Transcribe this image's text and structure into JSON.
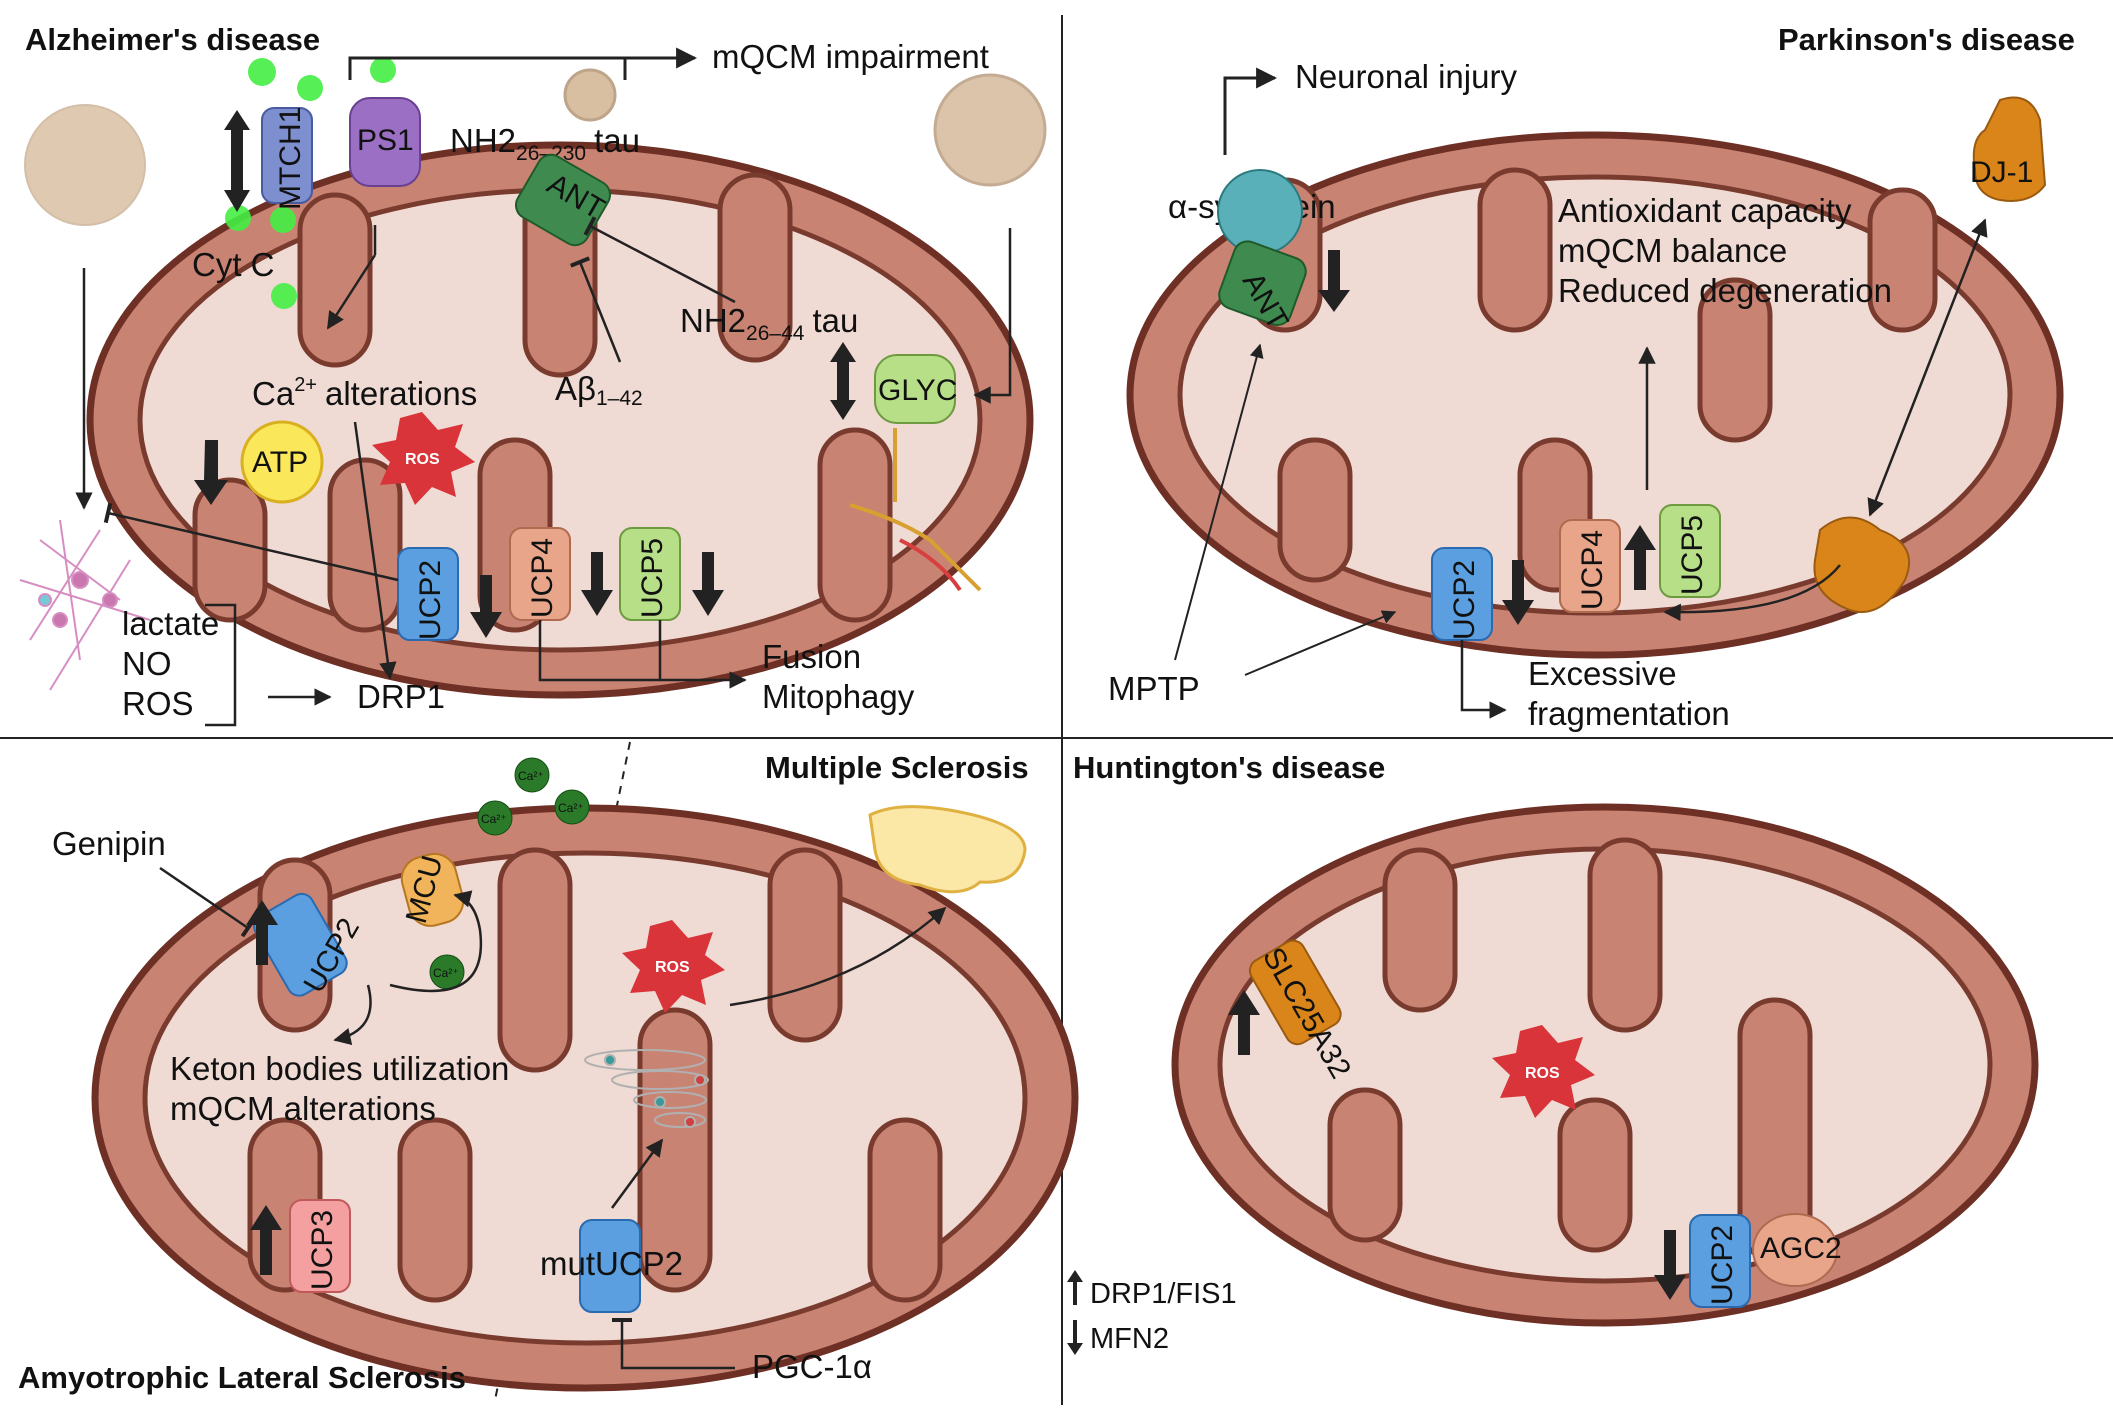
{
  "quadrants": {
    "alzheimers": {
      "title": "Alzheimer's disease",
      "labels": {
        "mqcm": "mQCM impairment",
        "tau_long_main": "NH2",
        "tau_long_sub": "26–230",
        "tau_long_suffix": "tau",
        "cytc": "Cyt C",
        "tau_short_main": "NH2",
        "tau_short_sub": "26–44",
        "tau_short_suffix": "tau",
        "ca_main": "Ca",
        "ca_sup": "2+",
        "ca_suffix": "alterations",
        "abeta_main": "Aβ",
        "abeta_sub": "1–42",
        "lactate": "lactate",
        "no": "NO",
        "ros_list": "ROS",
        "drp1": "DRP1",
        "fusion": "Fusion",
        "mitophagy": "Mitophagy"
      },
      "proteins": {
        "mtch1": "MTCH1",
        "ps1": "PS1",
        "ant": "ANT",
        "glyc": "GLYC",
        "atp": "ATP",
        "ros": "ROS",
        "ucp2": "UCP2",
        "ucp4": "UCP4",
        "ucp5": "UCP5"
      }
    },
    "parkinsons": {
      "title": "Parkinson's disease",
      "labels": {
        "neuronal_injury": "Neuronal injury",
        "synuclein": "α-synuclein",
        "antioxidant": "Antioxidant capacity",
        "mqcm_balance": "mQCM balance",
        "reduced": "Reduced degeneration",
        "mptp": "MPTP",
        "excessive": "Excessive",
        "fragmentation": "fragmentation"
      },
      "proteins": {
        "dj1": "DJ-1",
        "ant": "ANT",
        "ucp2": "UCP2",
        "ucp4": "UCP4",
        "ucp5": "UCP5"
      }
    },
    "ms_als": {
      "title_ms": "Multiple Sclerosis",
      "title_als": "Amyotrophic Lateral Sclerosis",
      "labels": {
        "genipin": "Genipin",
        "keton": "Keton bodies utilization",
        "mqcm_alt": "mQCM alterations",
        "mutucp2": "mutUCP2",
        "pgc": "PGC-1α"
      },
      "proteins": {
        "ucp2": "UCP2",
        "mcu": "MCU",
        "ros": "ROS",
        "ucp3": "UCP3",
        "ca_ion": "Ca²⁺"
      }
    },
    "huntingtons": {
      "title": "Huntington's disease",
      "labels": {
        "drp1_fis1": "DRP1/FIS1",
        "mfn2": "MFN2"
      },
      "proteins": {
        "slc": "SLC25A32",
        "ros": "ROS",
        "ucp2": "UCP2",
        "agc2": "AGC2"
      }
    }
  },
  "colors": {
    "outer_membrane": "#c98373",
    "outer_membrane_edge": "#6e2f25",
    "matrix": "#f0dad4",
    "ucp2": "#5b9fe0",
    "ucp4": "#e8a58a",
    "ucp5": "#b7df88",
    "ucp3": "#f4a0a0",
    "ant": "#3f8a4f",
    "ros": "#d8343a",
    "cytc": "#44ee44",
    "dj1": "#d9851a",
    "mcu": "#f2b45a",
    "ps1": "#9b6fc4",
    "mtch1": "#7e8fd0"
  }
}
